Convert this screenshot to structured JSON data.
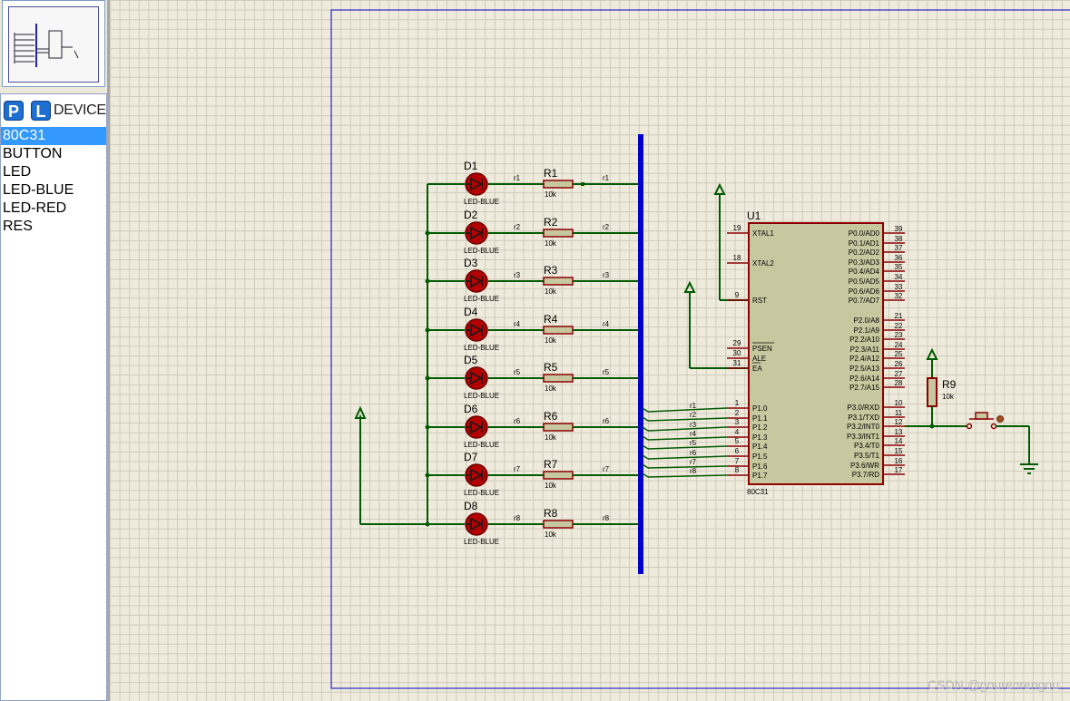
{
  "panel": {
    "mode_p": "P",
    "mode_l": "L",
    "title": "DEVICES",
    "devices": [
      "80C31",
      "BUTTON",
      "LED",
      "LED-BLUE",
      "LED-RED",
      "RES"
    ],
    "selected_index": 0
  },
  "schematic": {
    "leds": [
      {
        "ref": "D1",
        "value": "LED-BLUE",
        "net": "r1"
      },
      {
        "ref": "D2",
        "value": "LED-BLUE",
        "net": "r2"
      },
      {
        "ref": "D3",
        "value": "LED-BLUE",
        "net": "r3"
      },
      {
        "ref": "D4",
        "value": "LED-BLUE",
        "net": "r4"
      },
      {
        "ref": "D5",
        "value": "LED-BLUE",
        "net": "r5"
      },
      {
        "ref": "D6",
        "value": "LED-BLUE",
        "net": "r6"
      },
      {
        "ref": "D7",
        "value": "LED-BLUE",
        "net": "r7"
      },
      {
        "ref": "D8",
        "value": "LED-BLUE",
        "net": "r8"
      }
    ],
    "resistors": [
      {
        "ref": "R1",
        "value": "10k",
        "net": "r1"
      },
      {
        "ref": "R2",
        "value": "10k",
        "net": "r2"
      },
      {
        "ref": "R3",
        "value": "10k",
        "net": "r3"
      },
      {
        "ref": "R4",
        "value": "10k",
        "net": "r4"
      },
      {
        "ref": "R5",
        "value": "10k",
        "net": "r5"
      },
      {
        "ref": "R6",
        "value": "10k",
        "net": "r6"
      },
      {
        "ref": "R7",
        "value": "10k",
        "net": "r7"
      },
      {
        "ref": "R8",
        "value": "10k",
        "net": "r8"
      }
    ],
    "mcu": {
      "ref": "U1",
      "part": "80C31",
      "left_pins": [
        {
          "num": "19",
          "name": "XTAL1"
        },
        {
          "num": "18",
          "name": "XTAL2"
        },
        {
          "num": "9",
          "name": "RST"
        },
        {
          "num": "29",
          "name": "PSEN"
        },
        {
          "num": "30",
          "name": "ALE"
        },
        {
          "num": "31",
          "name": "EA"
        },
        {
          "num": "1",
          "name": "P1.0",
          "net": "r1"
        },
        {
          "num": "2",
          "name": "P1.1",
          "net": "r2"
        },
        {
          "num": "3",
          "name": "P1.2",
          "net": "r3"
        },
        {
          "num": "4",
          "name": "P1.3",
          "net": "r4"
        },
        {
          "num": "5",
          "name": "P1.4",
          "net": "r5"
        },
        {
          "num": "6",
          "name": "P1.5",
          "net": "r6"
        },
        {
          "num": "7",
          "name": "P1.6",
          "net": "r7"
        },
        {
          "num": "8",
          "name": "P1.7",
          "net": "r8"
        }
      ],
      "right_pins": [
        {
          "num": "39",
          "name": "P0.0/AD0"
        },
        {
          "num": "38",
          "name": "P0.1/AD1"
        },
        {
          "num": "37",
          "name": "P0.2/AD2"
        },
        {
          "num": "36",
          "name": "P0.3/AD3"
        },
        {
          "num": "35",
          "name": "P0.4/AD4"
        },
        {
          "num": "34",
          "name": "P0.5/AD5"
        },
        {
          "num": "33",
          "name": "P0.6/AD6"
        },
        {
          "num": "32",
          "name": "P0.7/AD7"
        },
        {
          "num": "21",
          "name": "P2.0/A8"
        },
        {
          "num": "22",
          "name": "P2.1/A9"
        },
        {
          "num": "23",
          "name": "P2.2/A10"
        },
        {
          "num": "24",
          "name": "P2.3/A11"
        },
        {
          "num": "25",
          "name": "P2.4/A12"
        },
        {
          "num": "26",
          "name": "P2.5/A13"
        },
        {
          "num": "27",
          "name": "P2.6/A14"
        },
        {
          "num": "28",
          "name": "P2.7/A15"
        },
        {
          "num": "10",
          "name": "P3.0/RXD"
        },
        {
          "num": "11",
          "name": "P3.1/TXD"
        },
        {
          "num": "12",
          "name": "P3.2/INT0"
        },
        {
          "num": "13",
          "name": "P3.3/INT1"
        },
        {
          "num": "14",
          "name": "P3.4/T0"
        },
        {
          "num": "15",
          "name": "P3.5/T1"
        },
        {
          "num": "16",
          "name": "P3.6/WR"
        },
        {
          "num": "17",
          "name": "P3.7/RD"
        }
      ]
    },
    "pullup": {
      "ref": "R9",
      "value": "10k"
    }
  },
  "watermark": "CSDN @gourenrengou",
  "colors": {
    "wire": "#005a00",
    "bus": "#0000c8",
    "component": "#8b0000",
    "component_fill": "#c8c8a0",
    "led": "#b40000",
    "sheet_border": "#0000c8",
    "selection": "#3399ff"
  }
}
